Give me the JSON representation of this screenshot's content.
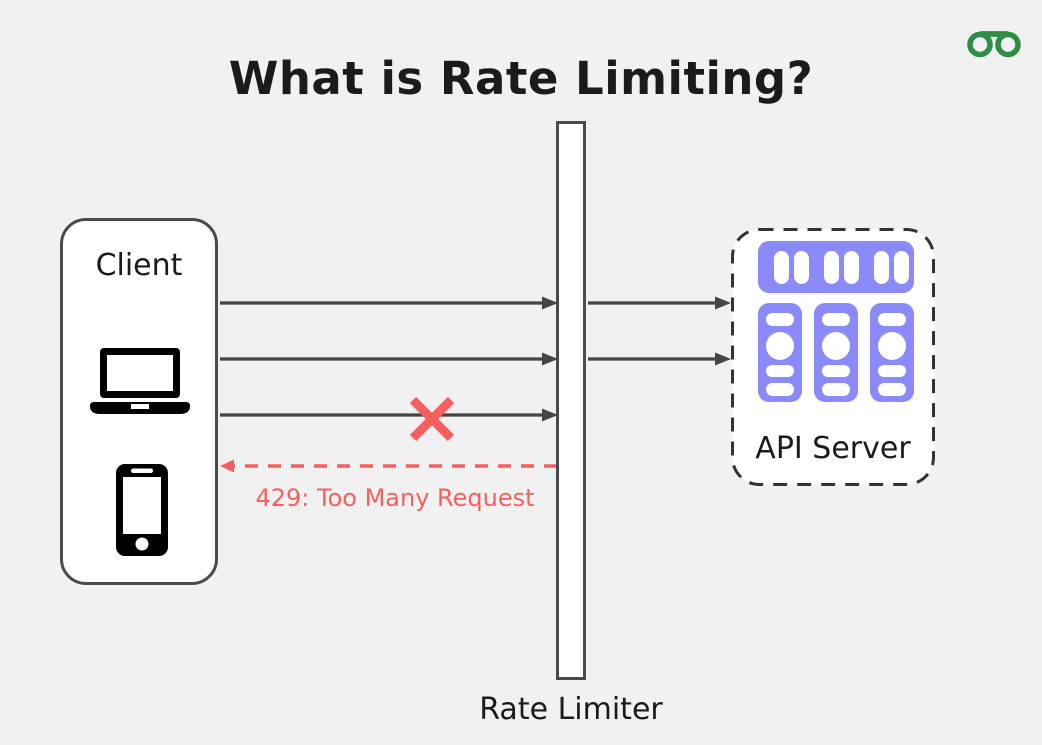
{
  "title": "What is Rate Limiting?",
  "brand": {
    "logo_icon": "geeksforgeeks-logo",
    "logo_color": "#2F8D46"
  },
  "client": {
    "label": "Client",
    "icons": [
      "laptop-icon",
      "smartphone-icon"
    ]
  },
  "rate_limiter": {
    "label": "Rate Limiter"
  },
  "api_server": {
    "label": "API Server",
    "icon": "server-rack-icon",
    "icon_color": "#8A8AF8"
  },
  "requests": {
    "arrows_from_client": 3,
    "arrows_forwarded_to_server": 2,
    "arrows_blocked": 1,
    "rejection_label": "429: Too Many Request",
    "rejection_color": "#F75F5F"
  },
  "colors": {
    "background": "#F1F1F2",
    "line": "#454545",
    "box_border": "#4A4A4A",
    "text": "#1B1B1B"
  }
}
